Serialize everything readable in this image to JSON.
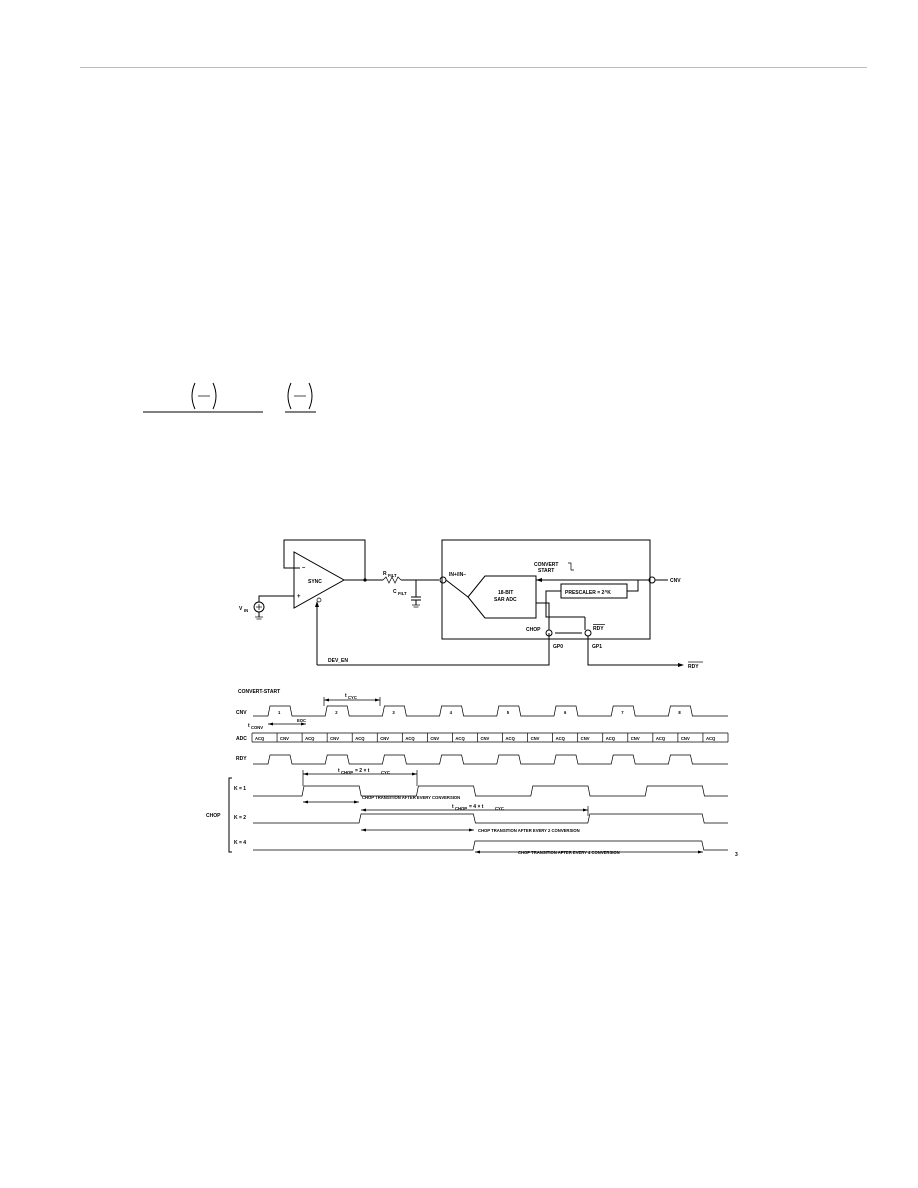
{
  "circuit": {
    "opamp_label": "SYNC",
    "opamp_minus": "–",
    "opamp_plus": "+",
    "vin_label": "V",
    "vin_sub": "IN",
    "rfilt_label": "R",
    "rfilt_sub": "FILT",
    "cfilt_label": "C",
    "cfilt_sub": "FILT",
    "in_label": "IN+/IN–",
    "convert_start_line1": "CONVERT",
    "convert_start_line2": "START",
    "adc_line1": "18-BIT",
    "adc_line2": "SAR ADC",
    "prescaler_label": "PRESCALER = 2^K",
    "cnv_pin": "CNV",
    "chop_label": "CHOP",
    "rdy_inner": "RDY",
    "gp0_label": "GP0",
    "gp1_label": "GP1",
    "dev_en_label": "DEV_EN",
    "rdy_out": "RDY"
  },
  "timing": {
    "convert_start_label": "CONVERT-START",
    "tcyc_label": "t",
    "tcyc_sub": "CYC",
    "cnv_label": "CNV",
    "conversion_numbers": [
      "1",
      "2",
      "3",
      "4",
      "5",
      "6",
      "7",
      "8"
    ],
    "tconv_label": "t",
    "tconv_sub": "CONV",
    "eoc_label": "EOC",
    "adc_label": "ADC",
    "adc_states": [
      "ACQ",
      "CNV",
      "ACQ",
      "CNV",
      "ACQ",
      "CNV",
      "ACQ",
      "CNV",
      "ACQ",
      "CNV",
      "ACQ",
      "CNV",
      "ACQ",
      "CNV",
      "ACQ",
      "CNV",
      "ACQ",
      "CNV",
      "ACQ"
    ],
    "rdy_label": "RDY",
    "chop_group_label": "CHOP",
    "k1_label": "K = 1",
    "k2_label": "K = 2",
    "k4_label": "K = 4",
    "tchop_k1_label": "t",
    "tchop_k1_sub": "CHOP",
    "tchop_k1_eq": " = 2 × t",
    "tchop_k1_sub2": "CYC",
    "k1_note": "CHOP TRANSITION AFTER EVERY CONVERSION",
    "tchop_k2_label": "t",
    "tchop_k2_sub": "CHOP",
    "tchop_k2_eq": " = 4 × t",
    "tchop_k2_sub2": "CYC",
    "k2_note": "CHOP TRANSITION AFTER EVERY 2 CONVERSION",
    "k4_note": "CHOP TRANSITION AFTER EVERY 4 CONVERSION",
    "figure_number": "3"
  }
}
